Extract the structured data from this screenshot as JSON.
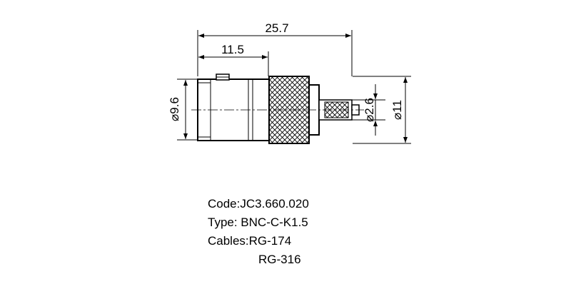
{
  "dimensions": {
    "overall_length": "25.7",
    "body_length": "11.5",
    "body_diameter": "9.6",
    "pin_diameter": "2.6",
    "ferrule_diameter": "11",
    "diameter_symbol": "⌀"
  },
  "specs": {
    "code": "Code:JC3.660.020",
    "type": "Type: BNC-C-K1.5",
    "cables_1": "Cables:RG-174",
    "cables_2": "RG-316"
  }
}
